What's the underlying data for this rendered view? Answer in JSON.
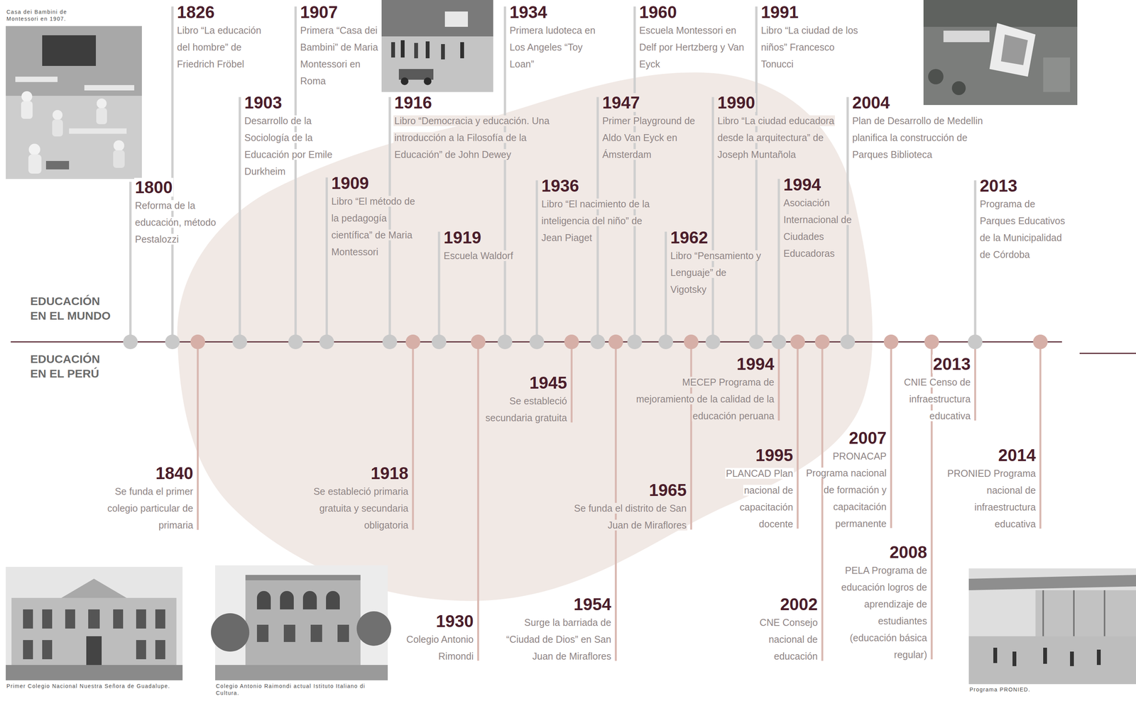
{
  "diagram": {
    "labels": [
      "Casa dei Bambini de Montessori en 1907.",
      "EDUCACIÓN EN EL MUNDO",
      "EDUCACIÓN EN EL PERÚ",
      "1800",
      "Reforma de la educación, método Pestalozzi",
      "1826",
      "Libro “La educación del hombre” de Friedrich Fröbel",
      "1903",
      "Desarrollo de la Sociología de la Educación por Emile Durkheim",
      "1907",
      "Primera “Casa dei Bambini” de Maria Montessori en Roma",
      "1909",
      "Libro “El método de la pedagogía científica” de Maria Montessori",
      "1916",
      "Libro “Democracia y educación. Una introducción a la Filosofía de la Educación” de John Dewey",
      "1919",
      "Escuela Waldorf",
      "1934",
      "Primera ludoteca en Los Angeles “Toy Loan”",
      "1936",
      "Libro “El nacimiento de la inteligencia del niño” de Jean Piaget",
      "1947",
      "Primer Playground de Aldo Van Eyck en Ámsterdam",
      "1960",
      "Escuela Montessori en Delf por Hertzberg y Van Eyck",
      "1962",
      "Libro “Pensamiento y Lenguaje” de Vigotsky",
      "1990",
      "Libro “La ciudad educadora desde la arquitectura” de Joseph Muntañola",
      "1991",
      "Libro “La ciudad de los niños” Francesco Tonucci",
      "1994",
      "Asociación Internacional de Ciudades Educadoras",
      "2004",
      "Plan de Desarrollo de Medellin planifica la construcción de Parques Biblioteca",
      "2013",
      "Programa de Parques Educativos de la Municipalidad de Córdoba",
      "1840",
      "Se funda el primer colegio particular de primaria",
      "1918",
      "Se estableció primaria gratuita y secundaria obligatoria",
      "1930",
      "Colegio Antonio Rimondi",
      "1945",
      "Se estableció secundaria gratuita",
      "1954",
      "Surge la barriada de “Ciudad de Dios” en San Juan de Miraflores",
      "1965",
      "Se funda el distrito de San Juan de Miraflores",
      "1994",
      "MECEP Programa de mejoramiento de la calidad de la educación peruana",
      "1995",
      "PLANCAD Plan nacional de capacitación docente",
      "2002",
      "CNE Consejo nacional de educación",
      "2007",
      "PRONACAP Programa nacional de formación y capacitación permanente",
      "2008",
      "PELA Programa de educación logros de aprendizaje de estudiantes (educación básica regular)",
      "2013",
      "CNIE Censo de infraestructura educativa",
      "2014",
      "PRONIED Programa nacional de infraestructura educativa",
      "Primer Colegio Nacional Nuestra Señora de Guadalupe.",
      "Colegio Antonio Raimondi actual Istituto Italiano di Cultura.",
      "Programa PRONIED."
    ]
  }
}
